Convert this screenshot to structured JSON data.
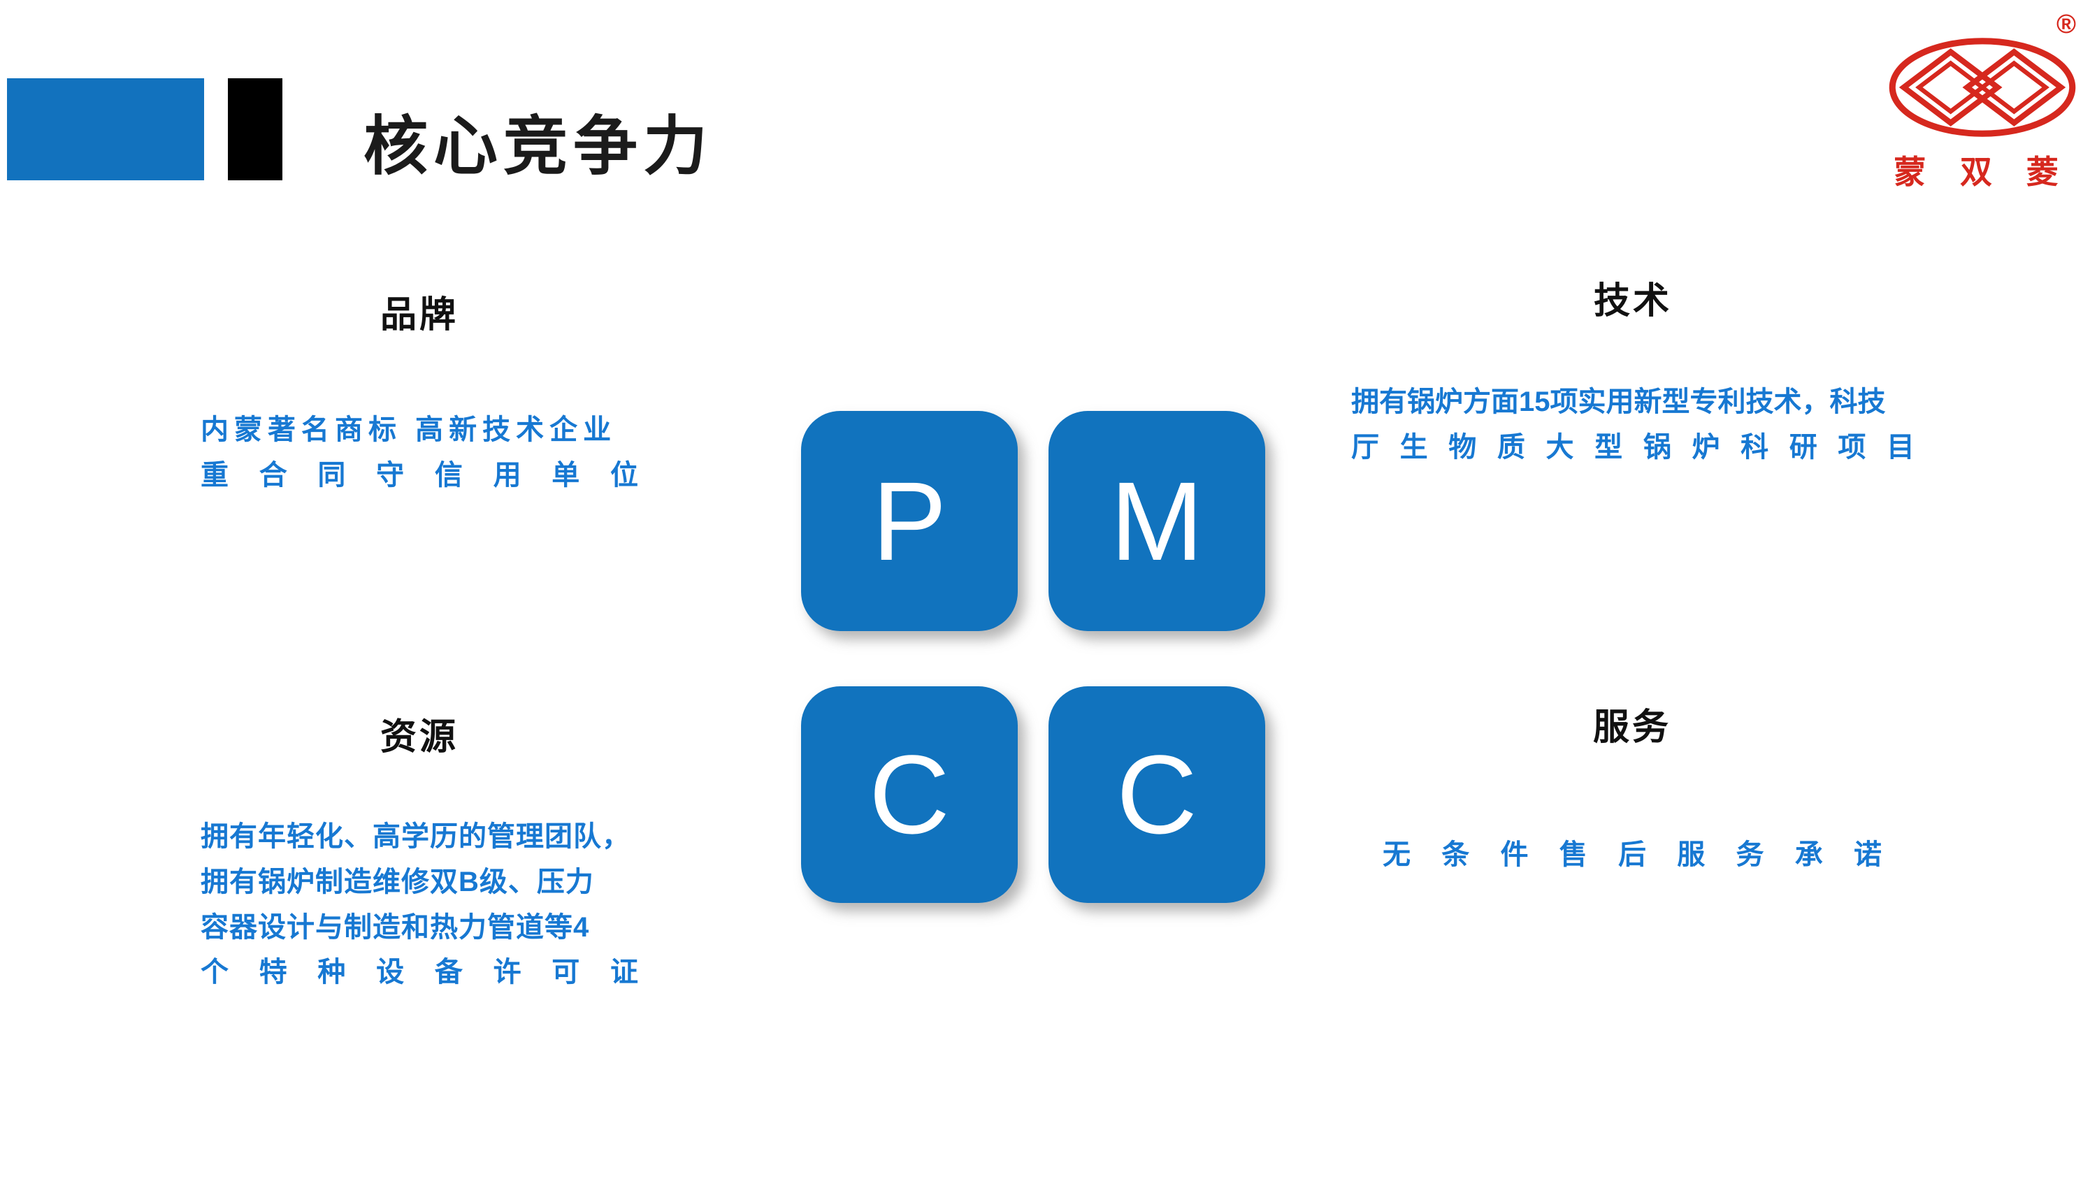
{
  "slide": {
    "title": "核心竞争力"
  },
  "logo": {
    "text": "蒙 双 菱",
    "registered": "®",
    "icon": "double-rhombus-logo-icon"
  },
  "quadrants": {
    "brand": {
      "label": "品牌",
      "line1": "内蒙著名商标  高新技术企业",
      "line2": "重合同守信用单位"
    },
    "tech": {
      "label": "技术",
      "line1": "拥有锅炉方面15项实用新型专利技术，科技",
      "line2": "厅生物质大型锅炉科研项目"
    },
    "resource": {
      "label": "资源",
      "line1": "拥有年轻化、高学历的管理团队，",
      "line2": "拥有锅炉制造维修双B级、压力",
      "line3": "容器设计与制造和热力管道等4",
      "line4": "个特种设备许可证"
    },
    "service": {
      "label": "服务",
      "line1": "无条件售后服务承诺"
    }
  },
  "matrix": {
    "tiles": [
      "P",
      "M",
      "C",
      "C"
    ]
  },
  "colors": {
    "primary_blue": "#1272BE",
    "text_blue": "#1778D2",
    "logo_red": "#D6281E",
    "accent_black": "#000000"
  }
}
